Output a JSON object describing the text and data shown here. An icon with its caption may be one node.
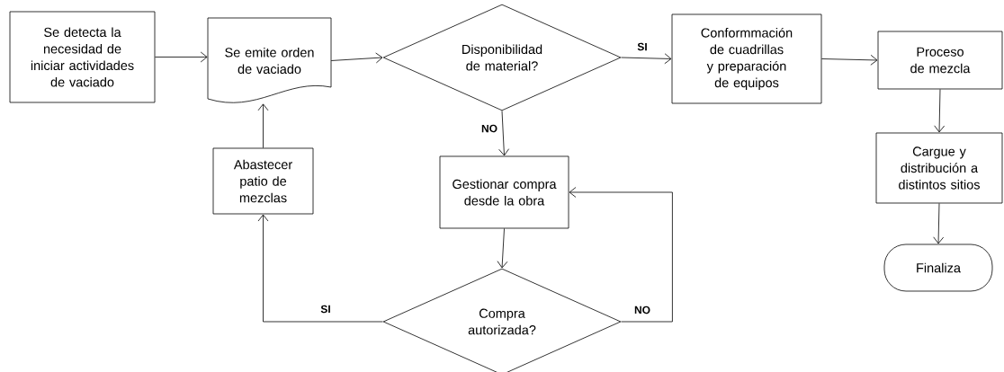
{
  "diagram": {
    "nodes": [
      {
        "text": [
          "Se detecta la necesidad de iniciar actividades de vaciado"
        ]
      },
      {
        "text": [
          "Se emite orden de vaciado"
        ]
      },
      {
        "text": [
          "Disponibilidad de material?"
        ]
      },
      {
        "text": [
          "Conformmación de cuadrillas y preparación de equipos"
        ]
      },
      {
        "text": [
          "Proceso de mezcla"
        ]
      },
      {
        "text": [
          "Cargue y distribución a distintos sitios"
        ]
      },
      {
        "text": [
          "Finaliza"
        ]
      },
      {
        "text": [
          "Gestionar compra desde la obra"
        ]
      },
      {
        "text": [
          "Abastecer patio de mezclas"
        ]
      },
      {
        "text": [
          "Compra autorizada?"
        ]
      }
    ],
    "edges": [
      {
        "from": 0,
        "to": 1,
        "arrow": "to"
      },
      {
        "from": 1,
        "to": 2,
        "arrow": "to"
      },
      {
        "from": 2,
        "to": 3,
        "arrow": "to",
        "label": "SI"
      },
      {
        "from": 3,
        "to": 4,
        "arrow": "to"
      },
      {
        "from": 4,
        "to": 5,
        "arrow": "to"
      },
      {
        "from": 5,
        "to": 6,
        "arrow": "to"
      },
      {
        "from": 2,
        "to": 7,
        "arrow": "to",
        "label": "NO"
      },
      {
        "from": 7,
        "to": 9,
        "arrow": "to"
      },
      {
        "from": 9,
        "to": 8,
        "arrow": "to",
        "label": "SI"
      },
      {
        "from": 8,
        "to": 1,
        "arrow": "to"
      },
      {
        "from": 9,
        "to": 7,
        "arrow": "to",
        "label": "NO"
      }
    ]
  }
}
